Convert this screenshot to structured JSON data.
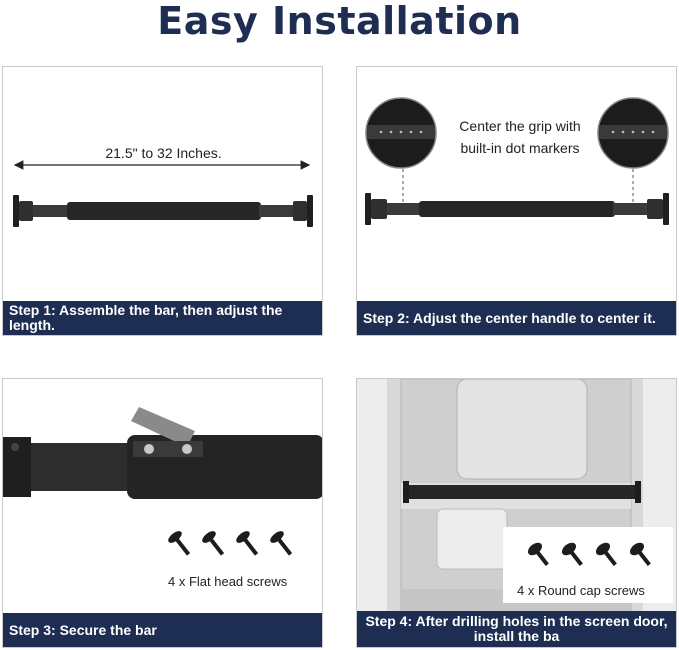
{
  "title": "Easy Installation",
  "steps": [
    {
      "caption": "Step 1: Assemble the bar, then adjust the length.",
      "measurement": "21.5\" to 32 Inches."
    },
    {
      "caption": "Step 2: Adjust the center handle to center it.",
      "callout": "Center the grip with built-in dot markers"
    },
    {
      "caption": "Step 3: Secure the bar",
      "screws": "4 x Flat head screws"
    },
    {
      "caption": "Step 4: After drilling holes in the screen door, install the ba",
      "screws": "4 x Round cap screws"
    }
  ],
  "colors": {
    "navy": "#1e2d52",
    "bar": "#2b2b2b"
  }
}
